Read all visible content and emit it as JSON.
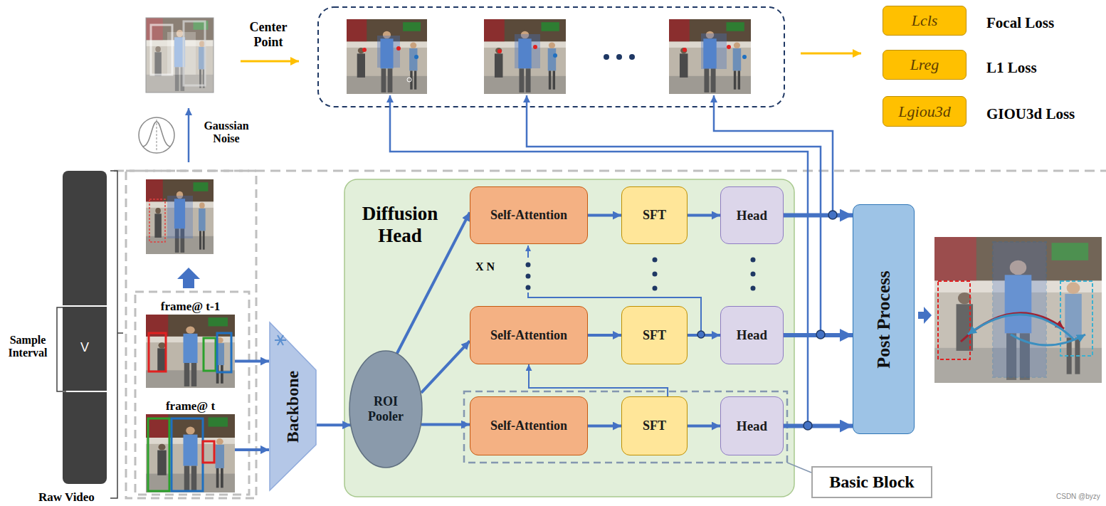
{
  "diagram": {
    "nodes": [
      {
        "text": [
          "Lcls"
        ]
      },
      {
        "text": [
          "Lreg"
        ]
      },
      {
        "text": [
          "Lgiou3d"
        ]
      },
      {
        "text": [
          "Diffusion Head"
        ]
      },
      {
        "text": [
          "Self-Attention"
        ],
        "in": 3
      },
      {
        "text": [
          "SFT"
        ],
        "in": 3
      },
      {
        "text": [
          "Head"
        ],
        "in": 3
      },
      {
        "text": [
          "Self-Attention"
        ],
        "in": 3
      },
      {
        "text": [
          "SFT"
        ],
        "in": 3
      },
      {
        "text": [
          "Head"
        ],
        "in": 3
      },
      {
        "text": [
          "ROI Pooler"
        ],
        "in": 3
      },
      {
        "text": [
          "Self-Attention"
        ],
        "in": 3
      },
      {
        "text": [
          "SFT"
        ],
        "in": 3
      },
      {
        "text": [
          "Head"
        ],
        "in": 3
      },
      {
        "text": [
          "Basic Block"
        ]
      },
      {
        "text": [
          "Backbone"
        ]
      },
      {
        "text": [
          "Post Process"
        ]
      },
      {
        "text": [
          "V"
        ]
      },
      {
        "text": [
          "frame@ t-1"
        ]
      },
      {
        "text": [
          "frame@ t"
        ]
      }
    ],
    "edges": [
      {
        "from": 18,
        "to": 15,
        "arrow": "to"
      },
      {
        "from": 19,
        "to": 15,
        "arrow": "to"
      },
      {
        "from": 15,
        "to": 10,
        "arrow": "to"
      },
      {
        "from": 10,
        "to": 4,
        "arrow": "to"
      },
      {
        "from": 10,
        "to": 7,
        "arrow": "to"
      },
      {
        "from": 10,
        "to": 11,
        "arrow": "to"
      },
      {
        "from": 4,
        "to": 5,
        "arrow": "to"
      },
      {
        "from": 5,
        "to": 6,
        "arrow": "to"
      },
      {
        "from": 7,
        "to": 8,
        "arrow": "to"
      },
      {
        "from": 8,
        "to": 9,
        "arrow": "to"
      },
      {
        "from": 11,
        "to": 12,
        "arrow": "to"
      },
      {
        "from": 12,
        "to": 13,
        "arrow": "to"
      },
      {
        "from": 12,
        "to": 7,
        "arrow": "to"
      },
      {
        "from": 6,
        "to": 16,
        "arrow": "to"
      },
      {
        "from": 9,
        "to": 16,
        "arrow": "to"
      },
      {
        "from": 13,
        "to": 16,
        "arrow": "to"
      }
    ],
    "labels": [
      "Center Point",
      "Gaussian Noise",
      "Focal Loss",
      "L1 Loss",
      "GIOU3d Loss",
      "X N",
      "Sample Interval",
      "Raw Video",
      "CSDN @byzy"
    ]
  }
}
